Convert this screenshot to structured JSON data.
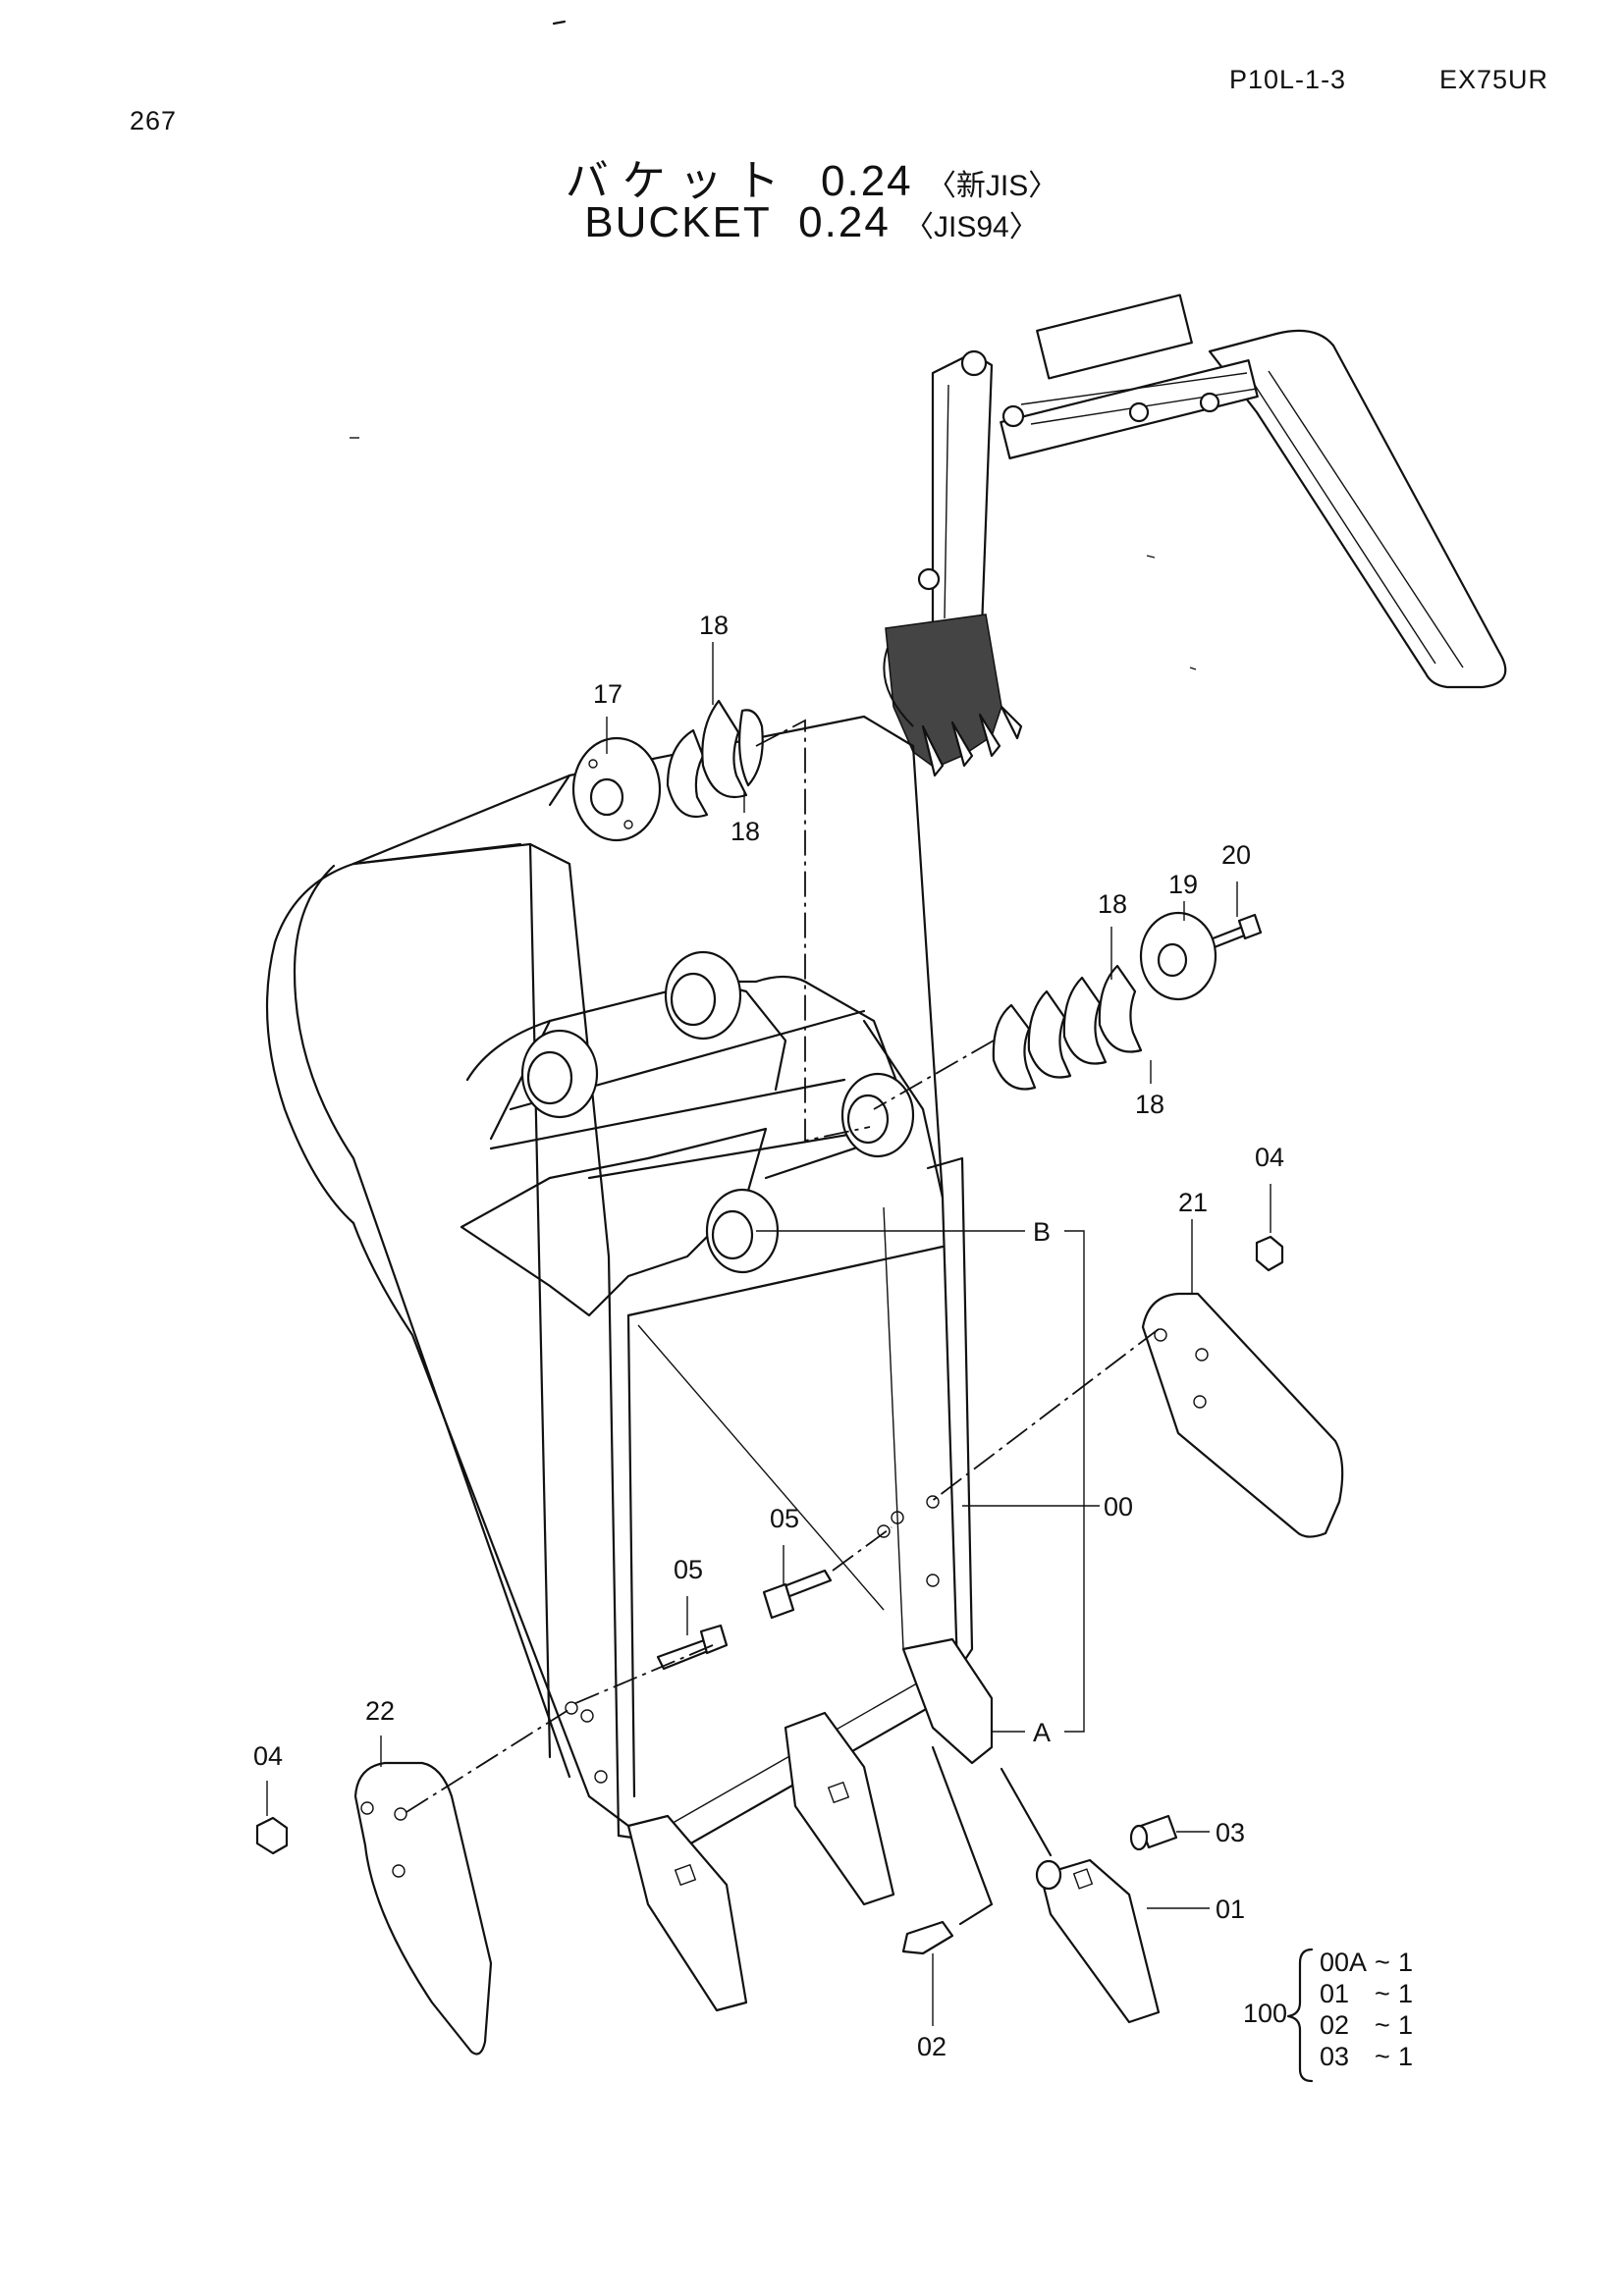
{
  "header": {
    "page_number": "267",
    "section_code": "P10L-1-3",
    "model": "EX75UR"
  },
  "title": {
    "jp_name": "バケット",
    "jp_capacity": "0.24",
    "jp_standard": "〈新JIS〉",
    "en_name": "BUCKET",
    "en_capacity": "0.24",
    "en_standard": "〈JIS94〉"
  },
  "callouts": {
    "p17": "17",
    "p18a": "18",
    "p18b": "18",
    "p18c": "18",
    "p18d": "18",
    "p19": "19",
    "p20": "20",
    "p21": "21",
    "p04a": "04",
    "p04b": "04",
    "p05a": "05",
    "p05b": "05",
    "p00": "00",
    "p22": "22",
    "p02": "02",
    "p03": "03",
    "p01": "01",
    "refA": "A",
    "refB": "B"
  },
  "kit": {
    "number": "100",
    "items": [
      {
        "code": "00A",
        "qty": "1"
      },
      {
        "code": "01",
        "qty": "1"
      },
      {
        "code": "02",
        "qty": "1"
      },
      {
        "code": "03",
        "qty": "1"
      }
    ]
  }
}
